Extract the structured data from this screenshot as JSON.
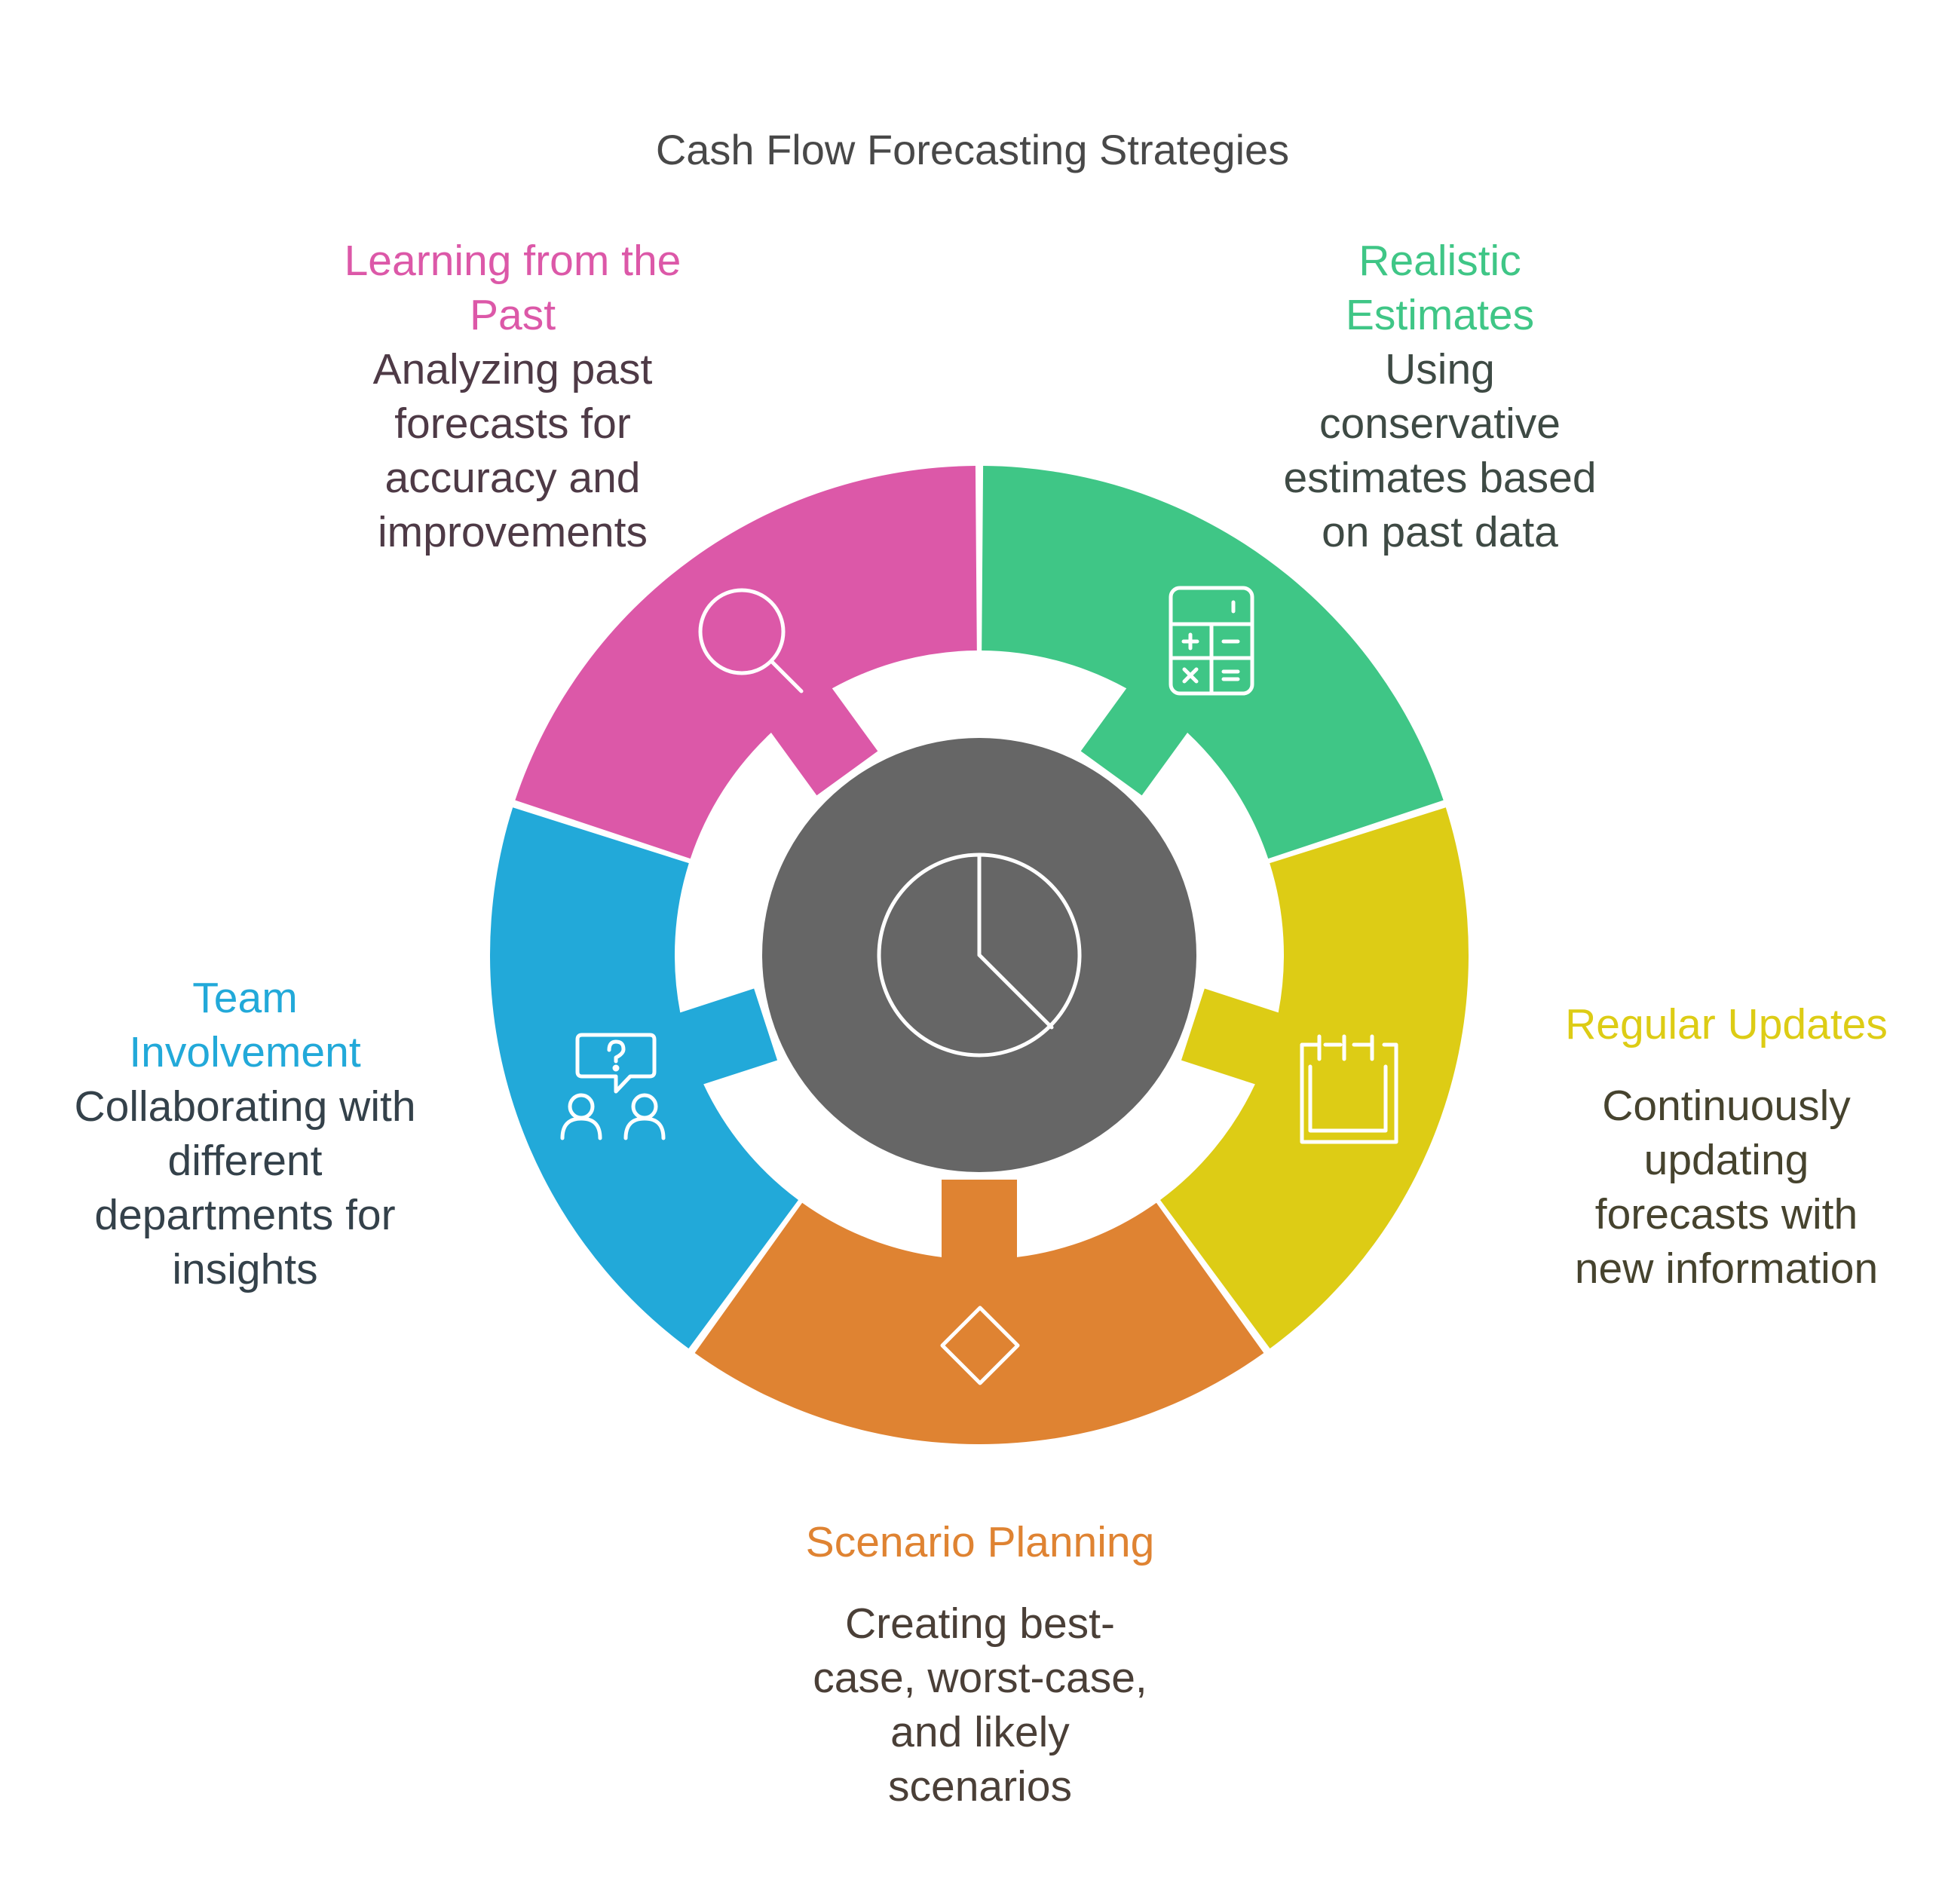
{
  "title": "Cash Flow Forecasting Strategies",
  "center": {
    "icon": "pie-chart-icon",
    "color": "#666666"
  },
  "segments": [
    {
      "id": "realistic-estimates",
      "title": "Realistic Estimates",
      "title_lines": [
        "Realistic",
        "Estimates"
      ],
      "description": "Using conservative estimates based on past data",
      "desc_lines": [
        "Using",
        "conservative",
        "estimates based",
        "on past data"
      ],
      "color": "#3FC686",
      "text_color": "#3E4A44",
      "icon": "calculator-icon"
    },
    {
      "id": "regular-updates",
      "title": "Regular Updates",
      "title_lines": [
        "Regular Updates"
      ],
      "description": "Continuously updating forecasts with new information",
      "desc_lines": [
        "Continuously",
        "updating",
        "forecasts with",
        "new information"
      ],
      "color": "#DDCC15",
      "text_color": "#46432E",
      "icon": "calendar-icon"
    },
    {
      "id": "scenario-planning",
      "title": "Scenario Planning",
      "title_lines": [
        "Scenario Planning"
      ],
      "description": "Creating best-case, worst-case, and likely scenarios",
      "desc_lines": [
        "Creating best-",
        "case, worst-case,",
        "and likely",
        "scenarios"
      ],
      "color": "#DF8332",
      "text_color": "#4A3F37",
      "icon": "diamond-icon"
    },
    {
      "id": "team-involvement",
      "title": "Team Involvement",
      "title_lines": [
        "Team",
        "Involvement"
      ],
      "description": "Collaborating with different departments for insights",
      "desc_lines": [
        "Collaborating with",
        "different",
        "departments for",
        "insights"
      ],
      "color": "#22A9D9",
      "text_color": "#34414A",
      "icon": "team-question-icon"
    },
    {
      "id": "learning-from-the-past",
      "title": "Learning from the Past",
      "title_lines": [
        "Learning from the",
        "Past"
      ],
      "description": "Analyzing past forecasts for accuracy and improvements",
      "desc_lines": [
        "Analyzing past",
        "forecasts for",
        "accuracy and",
        "improvements"
      ],
      "color": "#DC58A8",
      "text_color": "#4E3A46",
      "icon": "magnifier-icon"
    }
  ]
}
